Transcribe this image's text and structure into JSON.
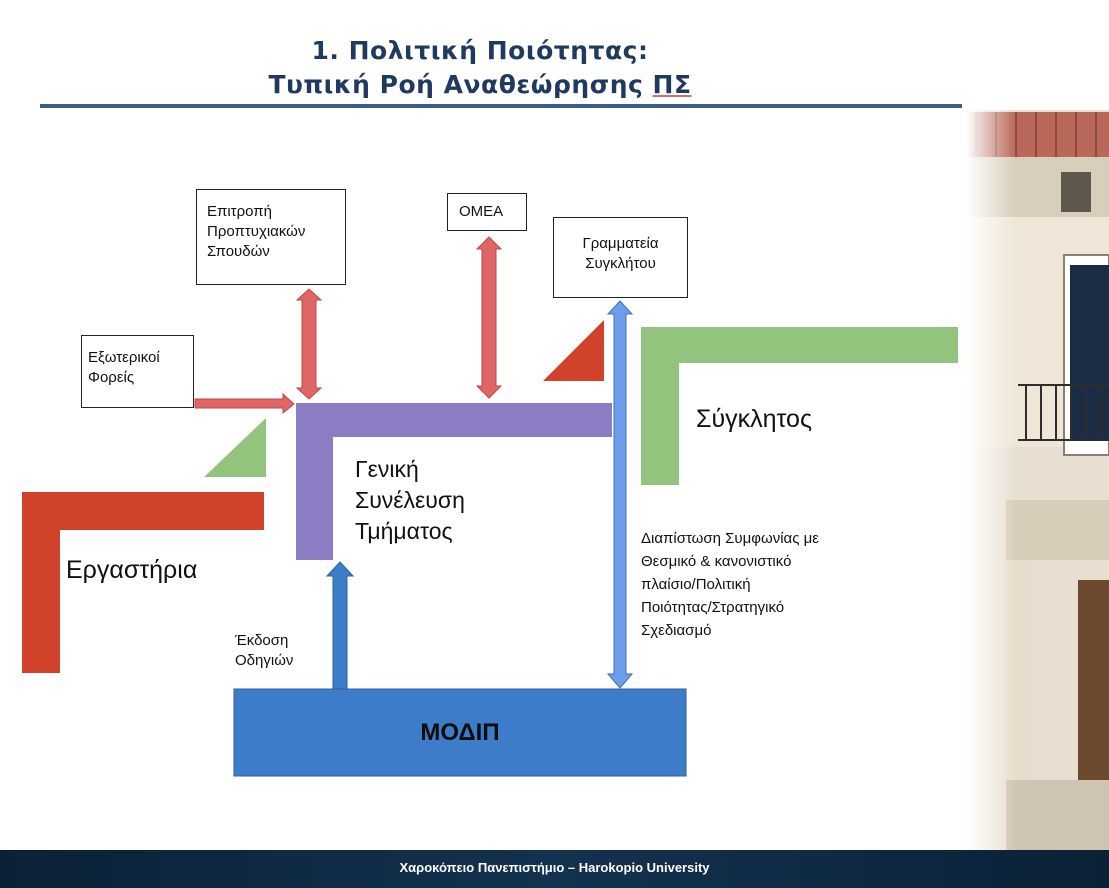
{
  "slide": {
    "title_line1": "1. Πολιτική Ποιότητας:",
    "title_line2_main": "Τυπική Ροή Αναθεώρησης ",
    "title_line2_tail": "ΠΣ",
    "footer": "Χαροκόπειο Πανεπιστήμιο – Harokopio University"
  },
  "boxes": {
    "committee": [
      "Επιτροπή",
      "Προπτυχιακών",
      "Σπουδών"
    ],
    "omea": "ΟΜΕΑ",
    "secretariat": [
      "Γραμματεία",
      "Συγκλήτου"
    ],
    "external": [
      "Εξωτερικοί",
      "Φορείς"
    ],
    "modip": "ΜΟΔΙΠ"
  },
  "labels": {
    "general_assembly": [
      "Γενική",
      "Συνέλευση",
      "Τμήματος"
    ],
    "senate": "Σύγκλητος",
    "labs": "Εργαστήρια",
    "issue_guidelines": [
      "Έκδοση",
      "Οδηγιών"
    ],
    "compliance": [
      "Διαπίστωση Συμφωνίας με",
      "Θεσμικό & κανονιστικό",
      "πλαίσιο/Πολιτική",
      "Ποιότητας/Στρατηγικό",
      "Σχεδιασμό"
    ]
  },
  "colors": {
    "red": "#d0432a",
    "purple": "#8b7cc3",
    "green": "#93c47d",
    "blue": "#3d7cc9",
    "arrow_red": "#e06666",
    "arrow_blue": "#5b8ee0",
    "footer": "#13324f"
  }
}
